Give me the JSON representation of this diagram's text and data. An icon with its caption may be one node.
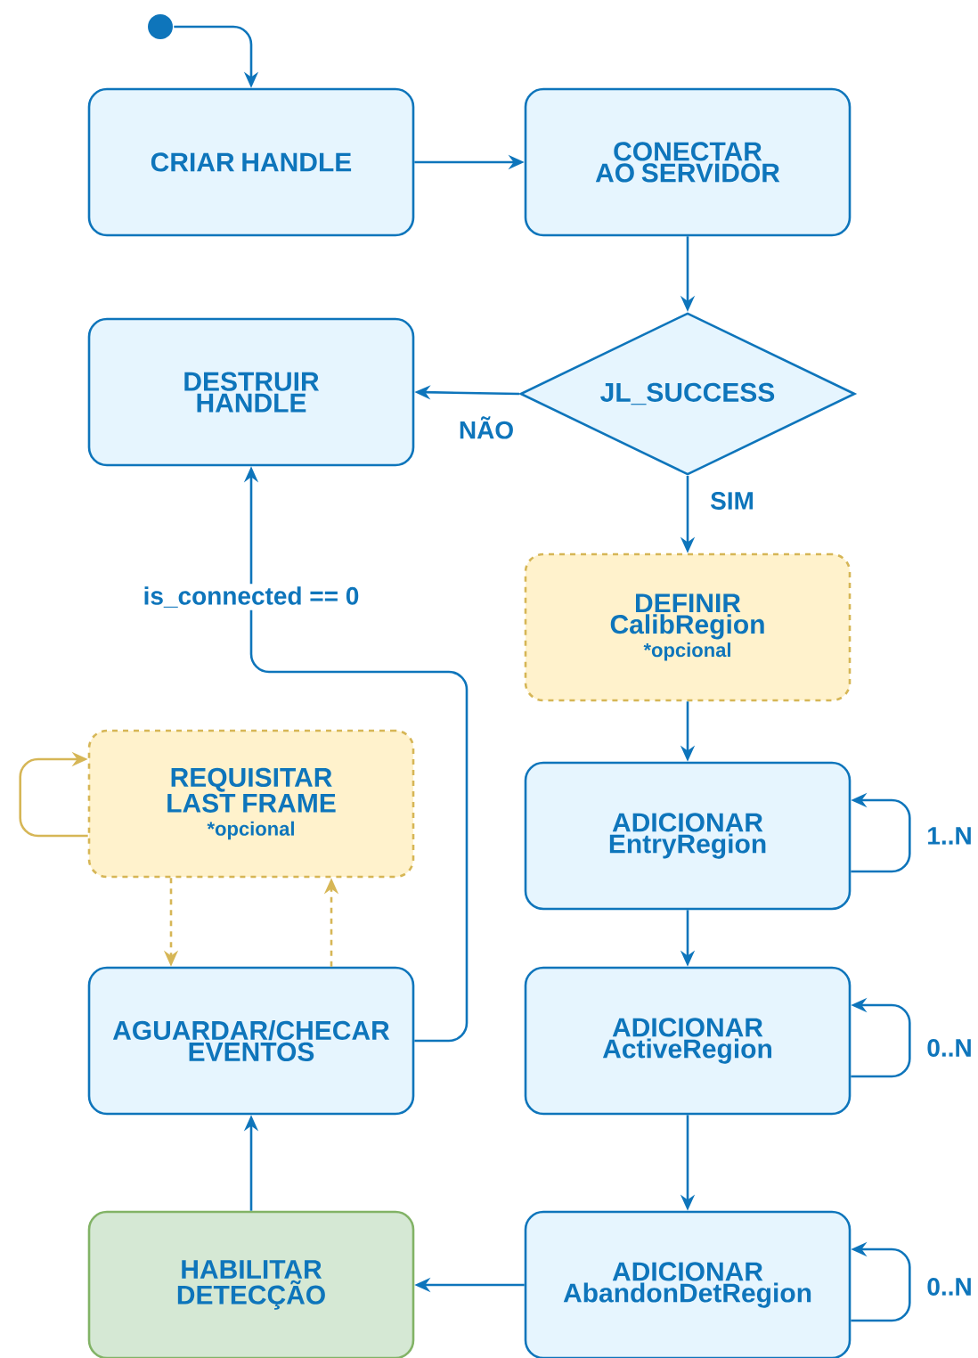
{
  "diagram": {
    "nodes": [
      {
        "text": [],
        "shape": "circle"
      },
      {
        "text": [
          "CRIAR HANDLE"
        ]
      },
      {
        "text": [
          "CONECTAR AO SERVIDOR"
        ]
      },
      {
        "text": [
          "JL_SUCCESS"
        ]
      },
      {
        "text": [
          "DESTRUIR HANDLE"
        ]
      },
      {
        "text": [
          "DEFINIR CalibRegion",
          "*opcional"
        ]
      },
      {
        "text": [
          "REQUISITAR LAST FRAME",
          "*opcional"
        ]
      },
      {
        "text": [
          "ADICIONAR EntryRegion"
        ]
      },
      {
        "text": [
          "AGUARDAR/CHECAR EVENTOS"
        ]
      },
      {
        "text": [
          "ADICIONAR ActiveRegion"
        ]
      },
      {
        "text": [
          "HABILITAR DETECÇÃO"
        ]
      },
      {
        "text": [
          "ADICIONAR AbandonDetRegion"
        ]
      }
    ],
    "edges": [
      {
        "from": 0,
        "to": 1,
        "arrow": "to"
      },
      {
        "from": 1,
        "to": 2,
        "arrow": "to"
      },
      {
        "from": 2,
        "to": 3,
        "arrow": "to"
      },
      {
        "from": 3,
        "to": 4,
        "arrow": "to",
        "label": "NÃO"
      },
      {
        "from": 3,
        "to": 5,
        "arrow": "to",
        "label": "SIM"
      },
      {
        "from": 5,
        "to": 7,
        "arrow": "to"
      },
      {
        "from": 7,
        "to": 7,
        "arrow": "to",
        "label": "1..N"
      },
      {
        "from": 7,
        "to": 9,
        "arrow": "to"
      },
      {
        "from": 9,
        "to": 9,
        "arrow": "to",
        "label": "0..N"
      },
      {
        "from": 9,
        "to": 11,
        "arrow": "to"
      },
      {
        "from": 11,
        "to": 11,
        "arrow": "to",
        "label": "0..N"
      },
      {
        "from": 11,
        "to": 10,
        "arrow": "to"
      },
      {
        "from": 10,
        "to": 8,
        "arrow": "to"
      },
      {
        "from": 8,
        "to": 4,
        "arrow": "to",
        "label": "is_connected == 0"
      },
      {
        "from": 6,
        "to": 6,
        "arrow": "to",
        "color": "#d6b656"
      },
      {
        "from": 6,
        "to": 8,
        "arrow": "to",
        "style": "dashed",
        "color": "#d6b656"
      },
      {
        "from": 8,
        "to": 6,
        "arrow": "to",
        "style": "dashed",
        "color": "#d6b656"
      }
    ]
  }
}
